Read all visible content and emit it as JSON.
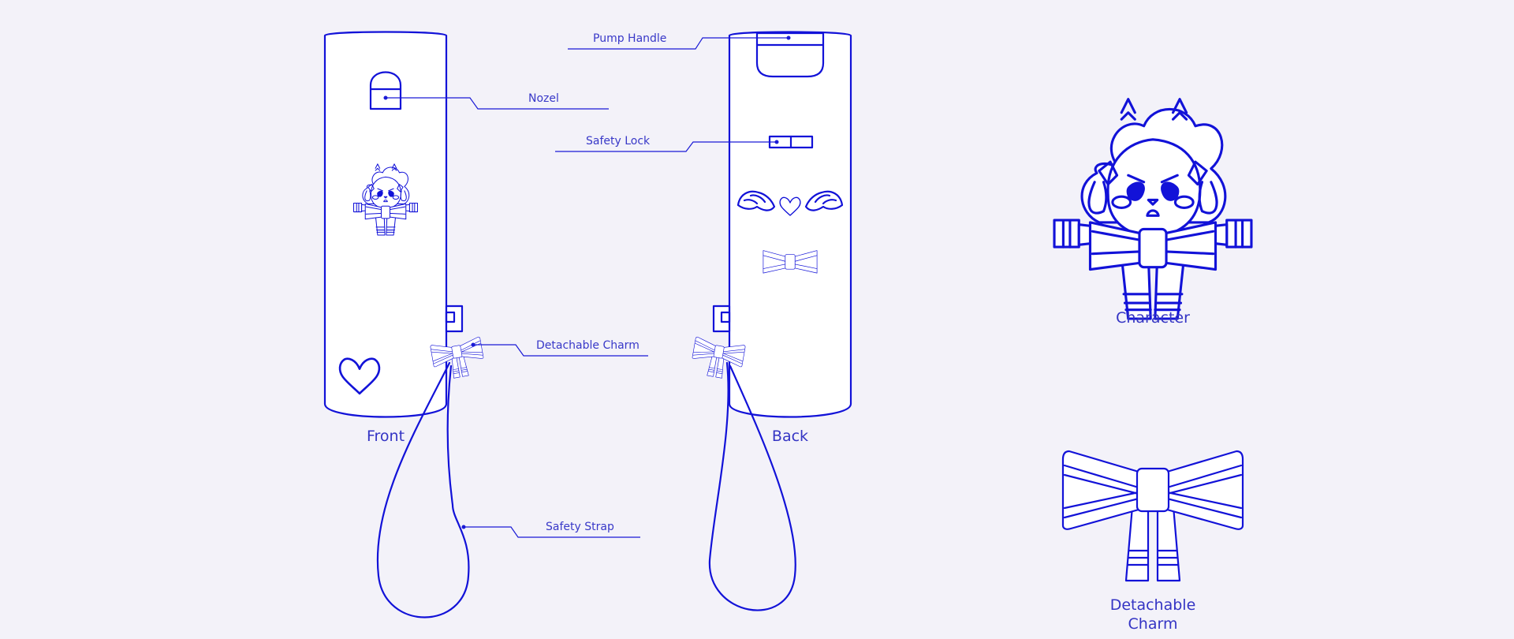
{
  "callouts": {
    "pump_handle": "Pump Handle",
    "nozel": "Nozel",
    "safety_lock": "Safety Lock",
    "detachable_charm": "Detachable Charm",
    "safety_strap": "Safety Strap"
  },
  "views": {
    "front": "Front",
    "back": "Back"
  },
  "details": {
    "character": "Character",
    "charm_line1": "Detachable",
    "charm_line2": "Charm"
  },
  "colors": {
    "line": "#1212d8",
    "background": "#f3f2f9",
    "label": "#3838c8"
  }
}
